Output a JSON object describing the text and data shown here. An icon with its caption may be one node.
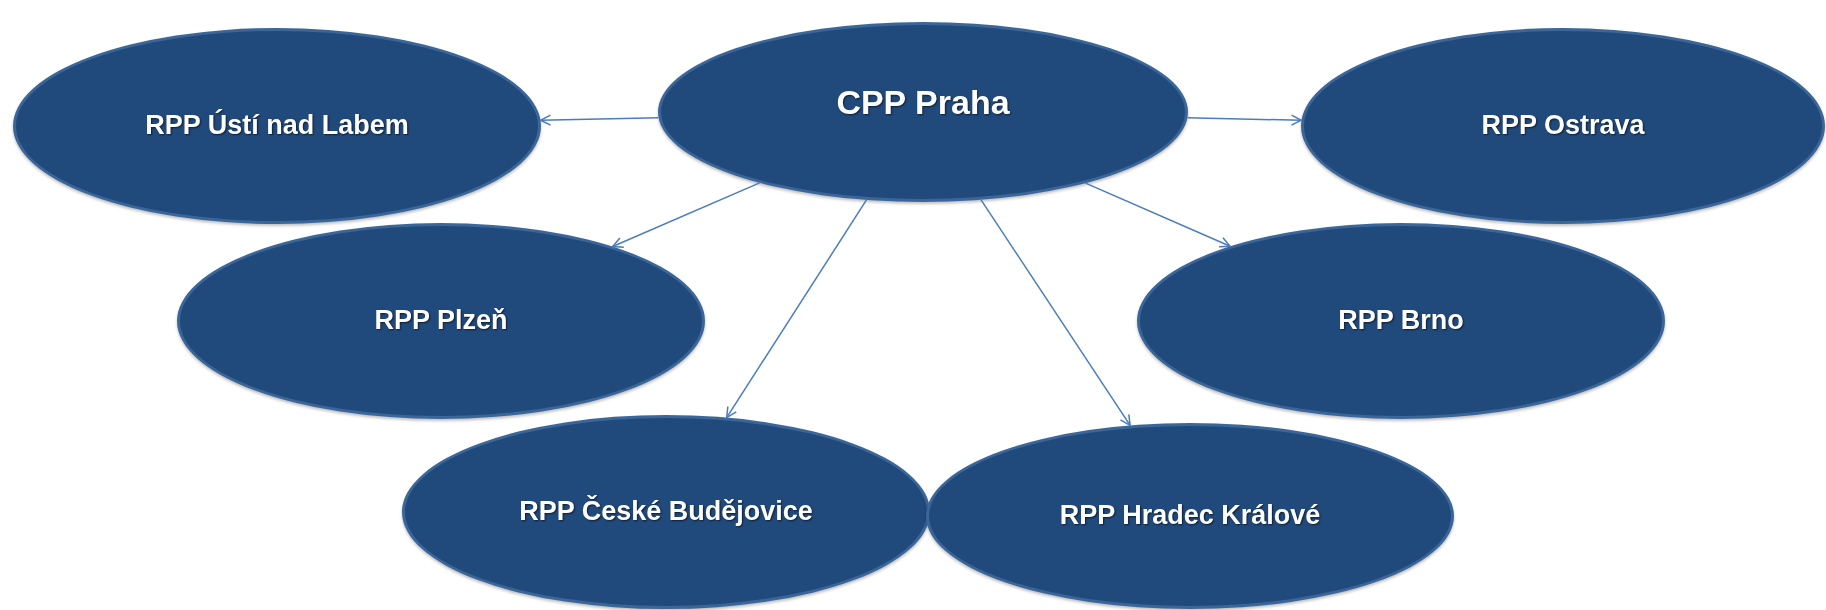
{
  "diagram": {
    "nodes": [
      {
        "text": [
          "CPP Praha"
        ]
      },
      {
        "text": [
          "RPP Ústí nad Labem"
        ]
      },
      {
        "text": [
          "RPP Ostrava"
        ]
      },
      {
        "text": [
          "RPP Plzeň"
        ]
      },
      {
        "text": [
          "RPP Brno"
        ]
      },
      {
        "text": [
          "RPP České Budějovice"
        ]
      },
      {
        "text": [
          "RPP Hradec Králové"
        ]
      }
    ],
    "edges": [
      {
        "from": 0,
        "to": 1,
        "arrow": "to"
      },
      {
        "from": 0,
        "to": 2,
        "arrow": "to"
      },
      {
        "from": 0,
        "to": 3,
        "arrow": "to"
      },
      {
        "from": 0,
        "to": 4,
        "arrow": "to"
      },
      {
        "from": 0,
        "to": 5,
        "arrow": "to"
      },
      {
        "from": 0,
        "to": 6,
        "arrow": "to"
      }
    ]
  }
}
